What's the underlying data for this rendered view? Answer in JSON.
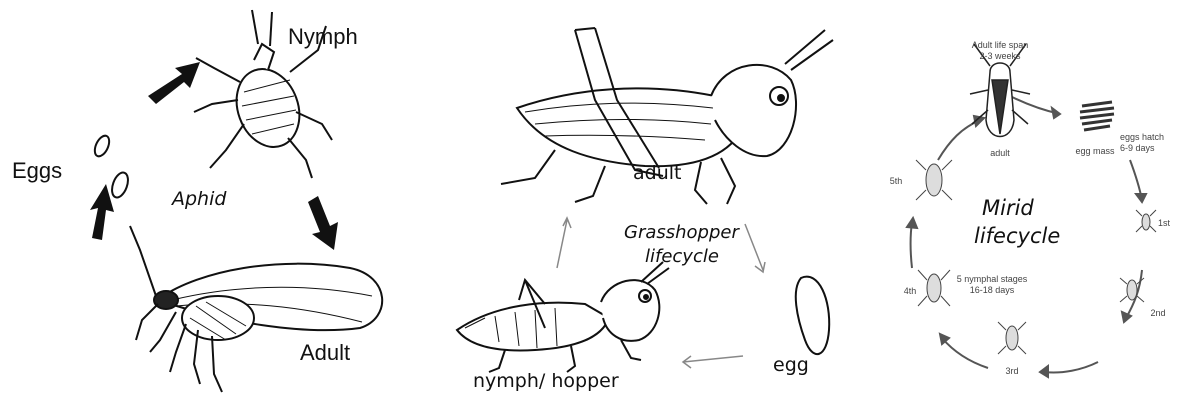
{
  "aphid": {
    "nymph": "Nymph",
    "eggs": "Eggs",
    "title": "Aphid",
    "adult": "Adult"
  },
  "grasshopper": {
    "adult": "adult",
    "title_line1": "Grasshopper",
    "title_line2": "lifecycle",
    "egg": "egg",
    "nymph": "nymph/ hopper"
  },
  "mirid": {
    "lifespan_line1": "Adult life span",
    "lifespan_line2": "2-3 weeks",
    "adult": "adult",
    "eggs_hatch_line1": "eggs hatch",
    "eggs_hatch_line2": "6-9 days",
    "egg_mass": "egg mass",
    "title_line1": "Mirid",
    "title_line2": "lifecycle",
    "stages": [
      "1st",
      "2nd",
      "3rd",
      "4th",
      "5th"
    ],
    "nymphal_line1": "5 nymphal stages",
    "nymphal_line2": "16-18 days"
  },
  "colors": {
    "ink": "#111111",
    "gray": "#555555",
    "light": "#999999"
  }
}
